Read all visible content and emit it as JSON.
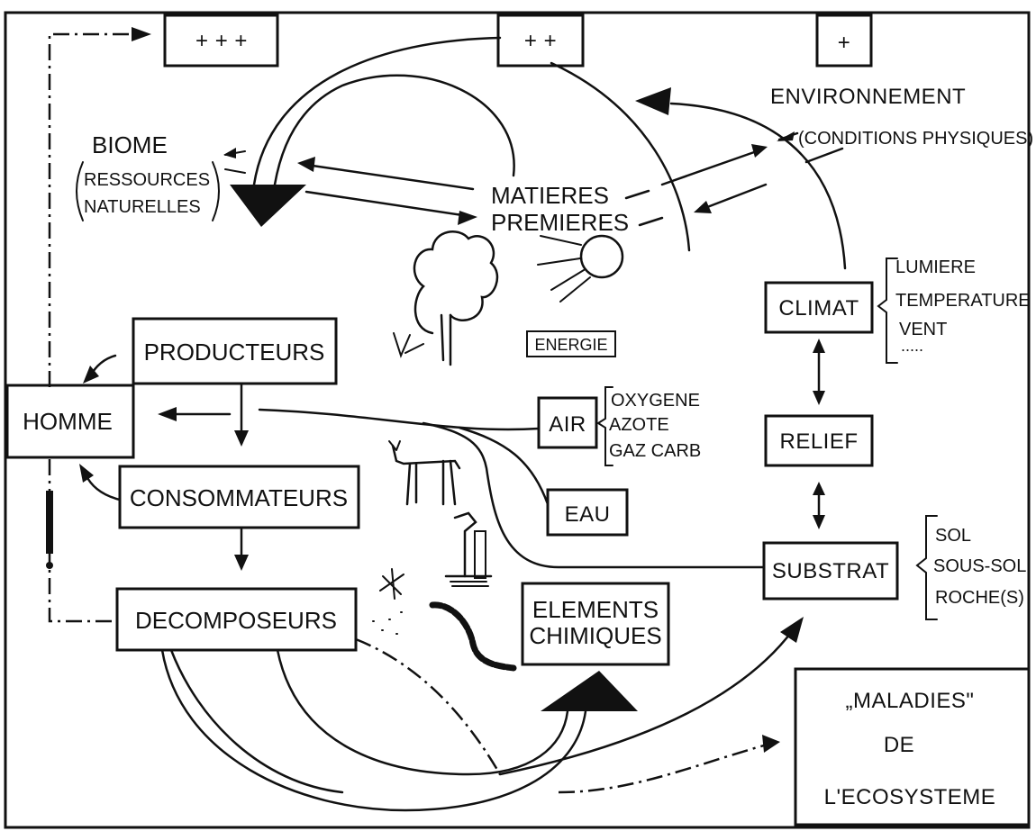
{
  "signs": {
    "high": "+ + +",
    "mid": "+ +",
    "low": "+"
  },
  "environment": {
    "title": "ENVIRONNEMENT",
    "subtitle": "(CONDITIONS PHYSIQUES)"
  },
  "biome": {
    "title": "BIOME",
    "line1": "RESSOURCES",
    "line2": "NATURELLES"
  },
  "raw_materials": {
    "line1": "MATIERES",
    "line2": "PREMIERES"
  },
  "energy": "ENERGIE",
  "climate": {
    "label": "CLIMAT",
    "items": [
      "LUMIERE",
      "TEMPERATURE",
      "VENT",
      "....."
    ]
  },
  "relief": "RELIEF",
  "substrate": {
    "label": "SUBSTRAT",
    "items": [
      "SOL",
      "SOUS-SOL",
      "ROCHE(S)"
    ]
  },
  "producers": "PRODUCTEURS",
  "human": "HOMME",
  "consumers": "CONSOMMATEURS",
  "decomposers": "DECOMPOSEURS",
  "air": {
    "label": "AIR",
    "items": [
      "OXYGENE",
      "AZOTE",
      "GAZ CARB"
    ]
  },
  "water": "EAU",
  "chemicals": {
    "line1": "ELEMENTS",
    "line2": "CHIMIQUES"
  },
  "diseases": {
    "line1": "„MALADIES\"",
    "line2": "DE",
    "line3": "L'ECOSYSTEME"
  }
}
